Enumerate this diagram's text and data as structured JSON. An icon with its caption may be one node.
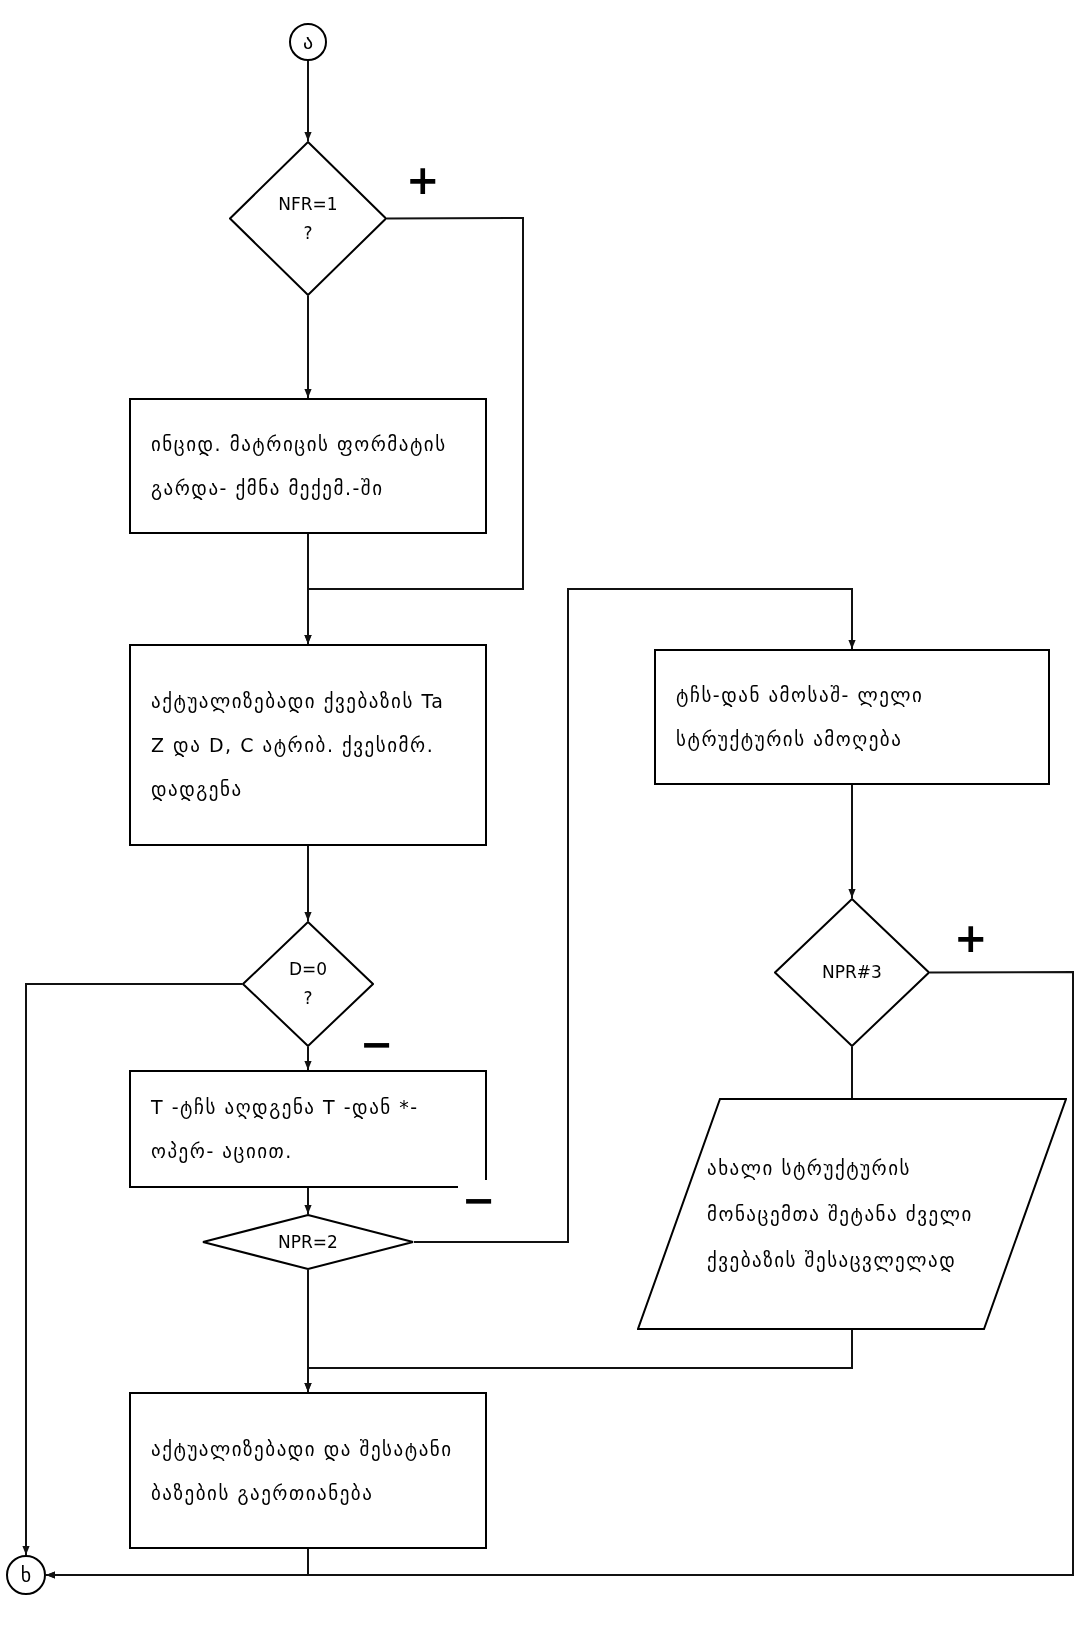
{
  "diagram": {
    "nodes": [
      {
        "text": [
          "ა"
        ]
      },
      {
        "text": [
          "NFR=1",
          "?"
        ]
      },
      {
        "text": [
          "ინციდ. მატრიცის ფორმატის გარდა- ქმნა მექემ.-ში"
        ]
      },
      {
        "text": [
          "აქტუალიზებადი ქვებაზის Ta Z და D, C ატრიბ. ქვესიმრ. დადგენა"
        ]
      },
      {
        "text": [
          "D=0",
          "?"
        ]
      },
      {
        "text": [
          "T -ტჩს აღდგენა T -დან *-ოპერ- აციით."
        ]
      },
      {
        "text": [
          "NPR=2"
        ]
      },
      {
        "text": [
          "აქტუალიზებადი და შესატანი ბაზების გაერთიანება"
        ]
      },
      {
        "text": [
          "ხ"
        ]
      },
      {
        "text": [
          "ტჩს-დან ამოსაშ- ლელი სტრუქტურის ამოღება"
        ]
      },
      {
        "text": [
          "NPR#3"
        ]
      },
      {
        "text": [
          "ახალი სტრუქტურის მონაცემთა შეტანა ძველი ქვებაზის შესაცვლელად"
        ]
      }
    ],
    "edges": [
      {
        "from": 0,
        "to": 1,
        "arrow": "to"
      },
      {
        "from": 1,
        "to": 2,
        "arrow": "to"
      },
      {
        "from": 1,
        "to": 3,
        "arrow": "to",
        "label": "+"
      },
      {
        "from": 2,
        "to": 3,
        "arrow": "to"
      },
      {
        "from": 3,
        "to": 4,
        "arrow": "to"
      },
      {
        "from": 4,
        "to": 5,
        "arrow": "to",
        "label": "−"
      },
      {
        "from": 4,
        "to": 8,
        "arrow": "to"
      },
      {
        "from": 5,
        "to": 6,
        "arrow": "to"
      },
      {
        "from": 6,
        "to": 9,
        "arrow": "to",
        "label": "−"
      },
      {
        "from": 6,
        "to": 7,
        "arrow": "to"
      },
      {
        "from": 9,
        "to": 10,
        "arrow": "to"
      },
      {
        "from": 10,
        "to": 11,
        "arrow": "none"
      },
      {
        "from": 10,
        "to": 8,
        "arrow": "to",
        "label": "+"
      },
      {
        "from": 11,
        "to": 7,
        "arrow": "to"
      },
      {
        "from": 7,
        "to": 8,
        "arrow": "to"
      }
    ]
  }
}
